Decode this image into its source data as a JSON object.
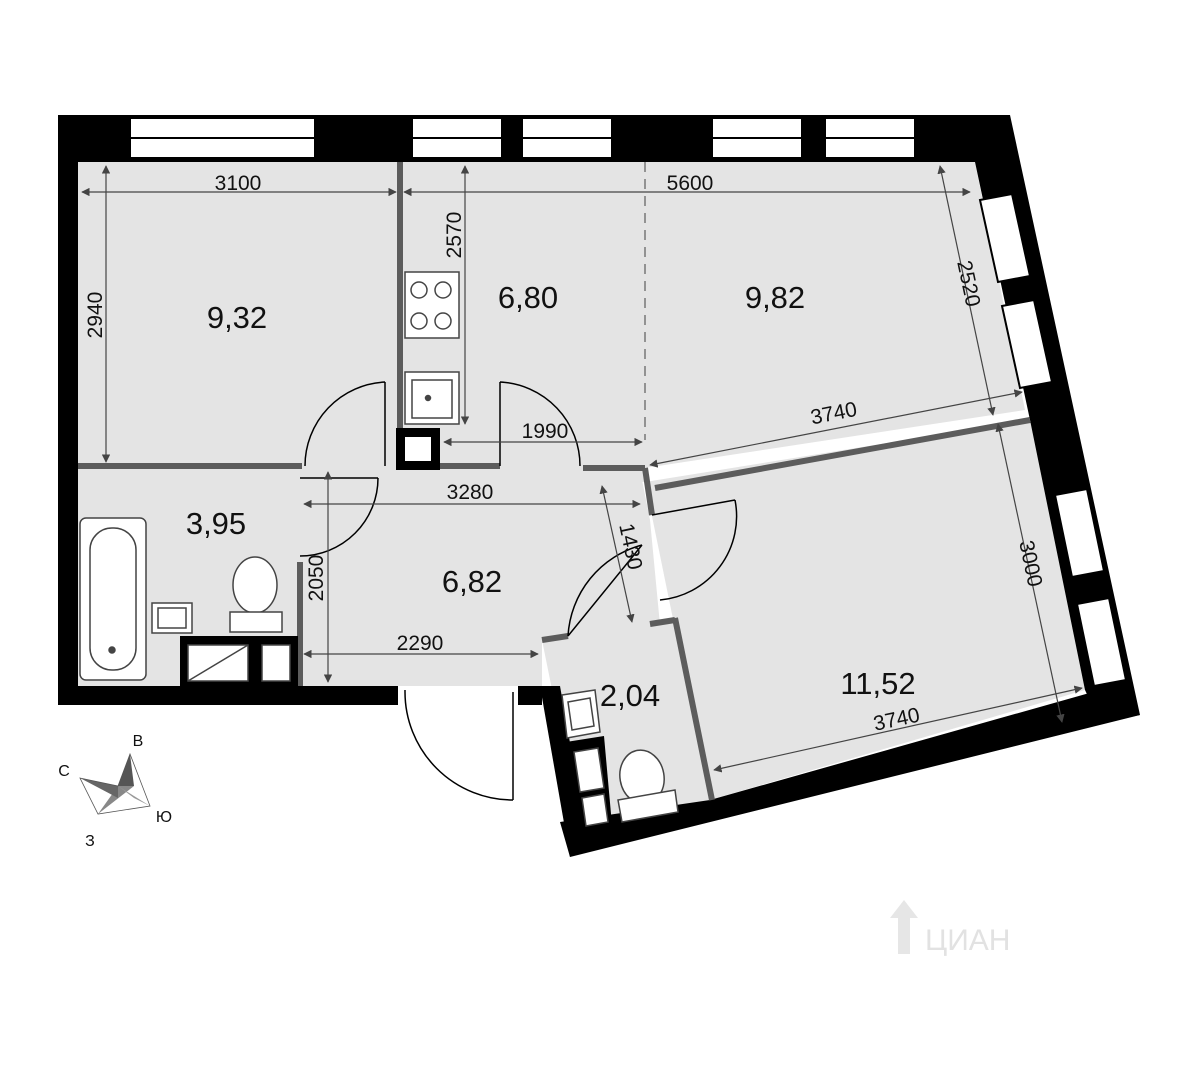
{
  "rooms": {
    "room_a": "9,32",
    "kitchen": "6,80",
    "room_b": "9,82",
    "bathroom": "3,95",
    "hall": "6,82",
    "wc": "2,04",
    "room_c": "11,52"
  },
  "dimensions": {
    "d3100": "3100",
    "d5600": "5600",
    "d2940": "2940",
    "d2570": "2570",
    "d2520": "2520",
    "d1990": "1990",
    "d3740_top": "3740",
    "d3280": "3280",
    "d1430": "1430",
    "d2050": "2050",
    "d3000": "3000",
    "d2290": "2290",
    "d3740_bottom": "3740"
  },
  "compass": {
    "north": "С",
    "east": "В",
    "south": "Ю",
    "west": "З"
  },
  "watermark": "ЦИАН",
  "colors": {
    "floor": "#e4e4e4",
    "wall": "#000000",
    "partition": "#5c5c5c",
    "line": "#444444"
  }
}
